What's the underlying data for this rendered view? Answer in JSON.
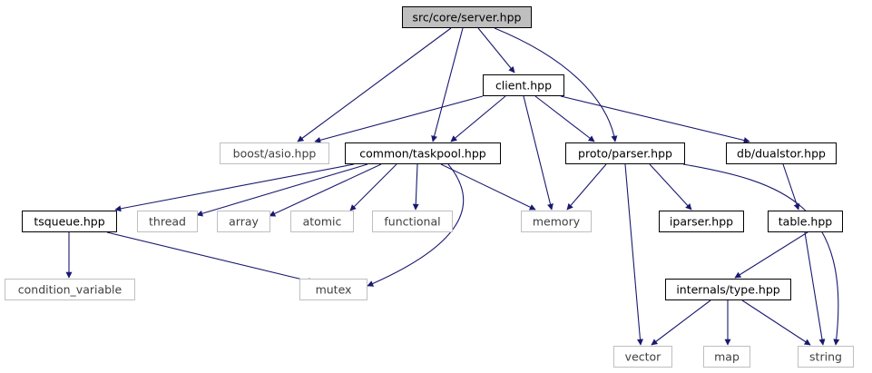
{
  "diagram": {
    "colors": {
      "edge": "#191970",
      "root_fill": "#bfbfbf",
      "root_stroke": "#000000",
      "local_stroke": "#000000",
      "system_stroke": "#bfbfbf",
      "local_text": "#000000",
      "system_text": "#3f3f3f",
      "background": "#ffffff"
    },
    "nodes": [
      {
        "id": "server",
        "label": "src/core/server.hpp",
        "kind": "root"
      },
      {
        "id": "client",
        "label": "client.hpp",
        "kind": "local"
      },
      {
        "id": "asio",
        "label": "boost/asio.hpp",
        "kind": "system"
      },
      {
        "id": "taskpool",
        "label": "common/taskpool.hpp",
        "kind": "local"
      },
      {
        "id": "parser",
        "label": "proto/parser.hpp",
        "kind": "local"
      },
      {
        "id": "dualstor",
        "label": "db/dualstor.hpp",
        "kind": "local"
      },
      {
        "id": "tsqueue",
        "label": "tsqueue.hpp",
        "kind": "local"
      },
      {
        "id": "thread",
        "label": "thread",
        "kind": "system"
      },
      {
        "id": "array",
        "label": "array",
        "kind": "system"
      },
      {
        "id": "atomic",
        "label": "atomic",
        "kind": "system"
      },
      {
        "id": "functional",
        "label": "functional",
        "kind": "system"
      },
      {
        "id": "memory",
        "label": "memory",
        "kind": "system"
      },
      {
        "id": "iparser",
        "label": "iparser.hpp",
        "kind": "local"
      },
      {
        "id": "table",
        "label": "table.hpp",
        "kind": "local"
      },
      {
        "id": "condvar",
        "label": "condition_variable",
        "kind": "system"
      },
      {
        "id": "mutex",
        "label": "mutex",
        "kind": "system"
      },
      {
        "id": "type",
        "label": "internals/type.hpp",
        "kind": "local"
      },
      {
        "id": "vector",
        "label": "vector",
        "kind": "system"
      },
      {
        "id": "map",
        "label": "map",
        "kind": "system"
      },
      {
        "id": "string",
        "label": "string",
        "kind": "system"
      }
    ],
    "edges": [
      {
        "from": "server",
        "to": "client"
      },
      {
        "from": "server",
        "to": "asio"
      },
      {
        "from": "server",
        "to": "taskpool"
      },
      {
        "from": "server",
        "to": "parser"
      },
      {
        "from": "client",
        "to": "asio"
      },
      {
        "from": "client",
        "to": "taskpool"
      },
      {
        "from": "client",
        "to": "memory"
      },
      {
        "from": "client",
        "to": "parser"
      },
      {
        "from": "client",
        "to": "dualstor"
      },
      {
        "from": "taskpool",
        "to": "tsqueue"
      },
      {
        "from": "taskpool",
        "to": "thread"
      },
      {
        "from": "taskpool",
        "to": "array"
      },
      {
        "from": "taskpool",
        "to": "atomic"
      },
      {
        "from": "taskpool",
        "to": "functional"
      },
      {
        "from": "taskpool",
        "to": "memory"
      },
      {
        "from": "taskpool",
        "to": "mutex"
      },
      {
        "from": "parser",
        "to": "memory"
      },
      {
        "from": "parser",
        "to": "iparser"
      },
      {
        "from": "parser",
        "to": "vector"
      },
      {
        "from": "parser",
        "to": "string"
      },
      {
        "from": "dualstor",
        "to": "table"
      },
      {
        "from": "tsqueue",
        "to": "condvar"
      },
      {
        "from": "tsqueue",
        "to": "mutex"
      },
      {
        "from": "table",
        "to": "type"
      },
      {
        "from": "table",
        "to": "string"
      },
      {
        "from": "type",
        "to": "vector"
      },
      {
        "from": "type",
        "to": "map"
      },
      {
        "from": "type",
        "to": "string"
      }
    ]
  }
}
